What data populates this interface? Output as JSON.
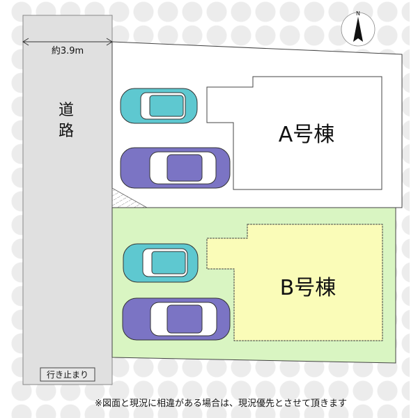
{
  "road": {
    "label": "道路",
    "width_label": "約3.9m",
    "dead_end_label": "行き止まり"
  },
  "lots": [
    {
      "name": "A号棟",
      "fill": "#ffffff"
    },
    {
      "name": "B号棟",
      "fill": "#d9f5c2",
      "building_fill": "#fafcb8"
    }
  ],
  "compass": {
    "label": "N"
  },
  "note": "※図面と現況に相違がある場合は、現況優先とさせて頂きます",
  "colors": {
    "road": "#e0e0e0",
    "compact_car": "#5ec8d0",
    "sedan": "#7b74c4"
  }
}
